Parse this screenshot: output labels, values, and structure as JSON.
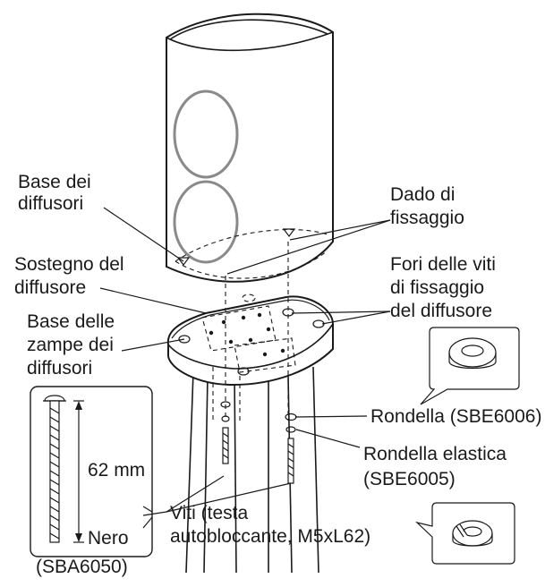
{
  "labels": {
    "speaker_base": [
      "Base dei",
      "diffusori"
    ],
    "fixing_nut": [
      "Dado di",
      "fissaggio"
    ],
    "speaker_stand": [
      "Sostegno del",
      "diffusore"
    ],
    "screw_holes": [
      "Fori delle viti",
      "di fissaggio",
      "del diffusore"
    ],
    "stand_leg_base": [
      "Base delle",
      "zampe dei",
      "diffusori"
    ],
    "washer": "Rondella (SBE6006)",
    "spring_washer": [
      "Rondella elastica",
      "(SBE6005)"
    ],
    "screw_length": "62 mm",
    "screws": [
      "Viti (testa",
      "autobloccante, M5xL62)"
    ],
    "screw_color": "Nero",
    "screw_part": "(SBA6050)"
  },
  "colors": {
    "line": "#1a1a1a",
    "driver_outline": "#8a8a8a",
    "background": "#ffffff"
  }
}
